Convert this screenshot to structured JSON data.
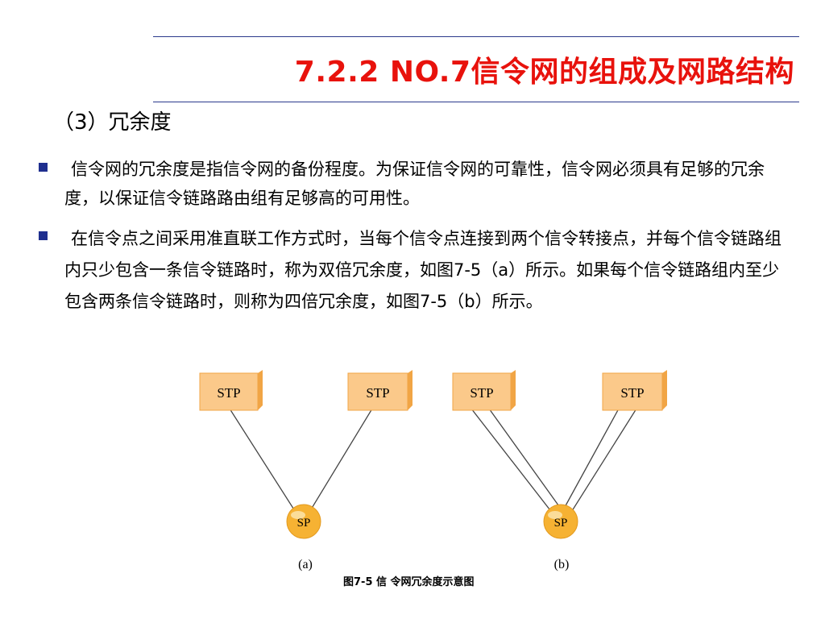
{
  "title": "7.2.2  NO.7信令网的组成及网路结构",
  "subtitle": "（3）冗余度",
  "bullets": [
    "信令网的冗余度是指信令网的备份程度。为保证信令网的可靠性，信令网必须具有足够的冗余度，以保证信令链路路由组有足够高的可用性。",
    "在信令点之间采用准直联工作方式时，当每个信令点连接到两个信令转接点，并每个信令链路组内只少包含一条信令链路时，称为双倍冗余度，如图7-5（a）所示。如果每个信令链路组内至少包含两条信令链路时，则称为四倍冗余度，如图7-5（b）所示。"
  ],
  "figure": {
    "stp_label": "STP",
    "sp_label": "SP",
    "label_a": "(a)",
    "label_b": "(b)",
    "caption": "图7-5  信 令网冗余度示意图",
    "colors": {
      "stp_fill": "#fbc98a",
      "stp_side": "#f1a545",
      "sp_fill": "#f6b233",
      "line": "#444444"
    }
  },
  "colors": {
    "title": "#e8120c",
    "bullet": "#1f2f8f",
    "rule": "#2b3a8c"
  }
}
